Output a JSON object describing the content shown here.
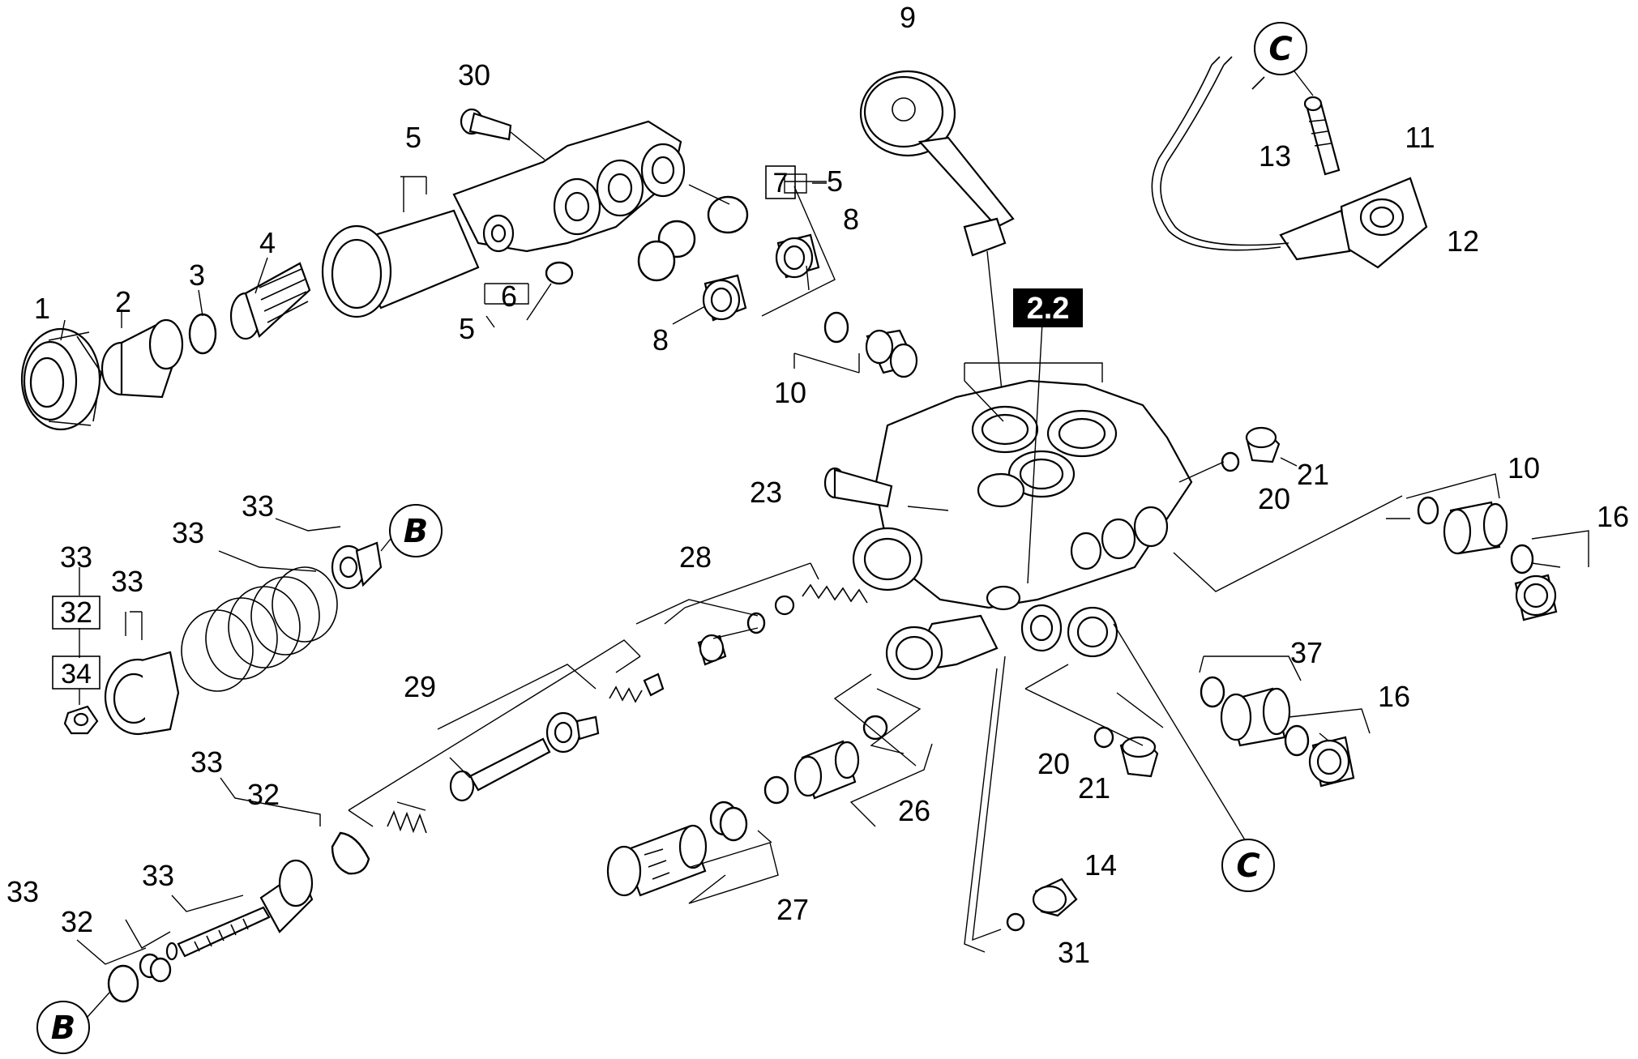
{
  "callouts": {
    "n1": "1",
    "n2": "2",
    "n3": "3",
    "n4": "4",
    "n5a": "5",
    "n5b": "5",
    "n5c": "5",
    "n6": "6",
    "n7": "7",
    "n8a": "8",
    "n8b": "8",
    "n9": "9",
    "n10a": "10",
    "n10b": "10",
    "n11": "11",
    "n12": "12",
    "n13": "13",
    "n14": "14",
    "n16a": "16",
    "n16b": "16",
    "n20a": "20",
    "n20b": "20",
    "n21a": "21",
    "n21b": "21",
    "n23": "23",
    "n26": "26",
    "n27": "27",
    "n28": "28",
    "n29": "29",
    "n30": "30",
    "n31": "31",
    "n32a": "32",
    "n32b": "32",
    "n32c": "32",
    "n33a": "33",
    "n33b": "33",
    "n33c": "33",
    "n33d": "33",
    "n33e": "33",
    "n33f": "33",
    "n33g": "33",
    "n34": "34",
    "n37": "37"
  },
  "section_label": "2.2",
  "connectors": {
    "b_top": "B",
    "b_bottom": "B",
    "c_top": "C",
    "c_bottom": "C"
  }
}
